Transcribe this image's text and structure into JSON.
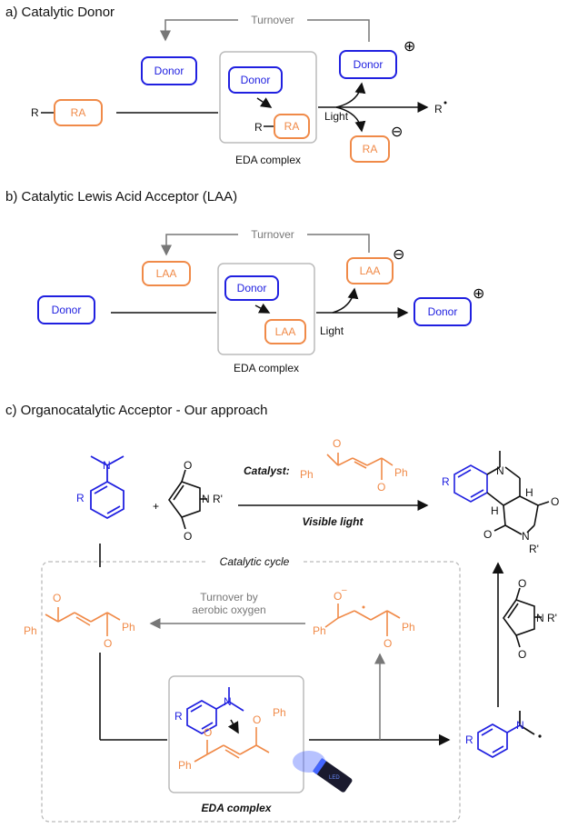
{
  "sections": {
    "a": {
      "title": "a) Catalytic Donor",
      "turnover": "Turnover",
      "donor": "Donor",
      "ra": "RA",
      "r": "R",
      "light": "Light",
      "r_dot": "R",
      "eda": "EDA complex",
      "plus": "⊕",
      "minus": "⊖"
    },
    "b": {
      "title": "b) Catalytic Lewis Acid Acceptor (LAA)",
      "turnover": "Turnover",
      "donor": "Donor",
      "laa": "LAA",
      "light": "Light",
      "eda": "EDA complex",
      "plus": "⊕",
      "minus": "⊖"
    },
    "c": {
      "title": "c) Organocatalytic Acceptor - Our approach",
      "catalyst_label": "Catalyst:",
      "visible_light": "Visible light",
      "catalytic_cycle": "Catalytic cycle",
      "turnover_line1": "Turnover by",
      "turnover_line2": "aerobic oxygen",
      "eda": "EDA complex",
      "ph": "Ph",
      "o": "O",
      "o_minus": "O",
      "n": "N",
      "r": "R",
      "r_prime": "R'",
      "h": "H",
      "plus_sign": "+",
      "led": "LED"
    }
  },
  "colors": {
    "donor": "#2020e0",
    "acceptor": "#f08a48",
    "gray": "#777777",
    "box": "#bbbbbb"
  }
}
